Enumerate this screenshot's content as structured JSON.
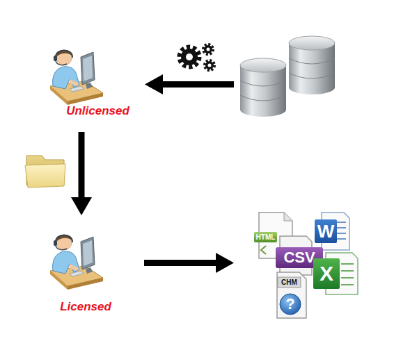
{
  "diagram": {
    "nodes": [
      {
        "text": [
          "Unlicensed"
        ]
      },
      {
        "text": [
          "Licensed"
        ]
      }
    ],
    "edges": [
      {
        "from": 0,
        "to": 1,
        "arrow": "to"
      }
    ],
    "labels": [
      "HTML",
      "CSV",
      "W",
      "X",
      "CHM",
      "?"
    ]
  }
}
